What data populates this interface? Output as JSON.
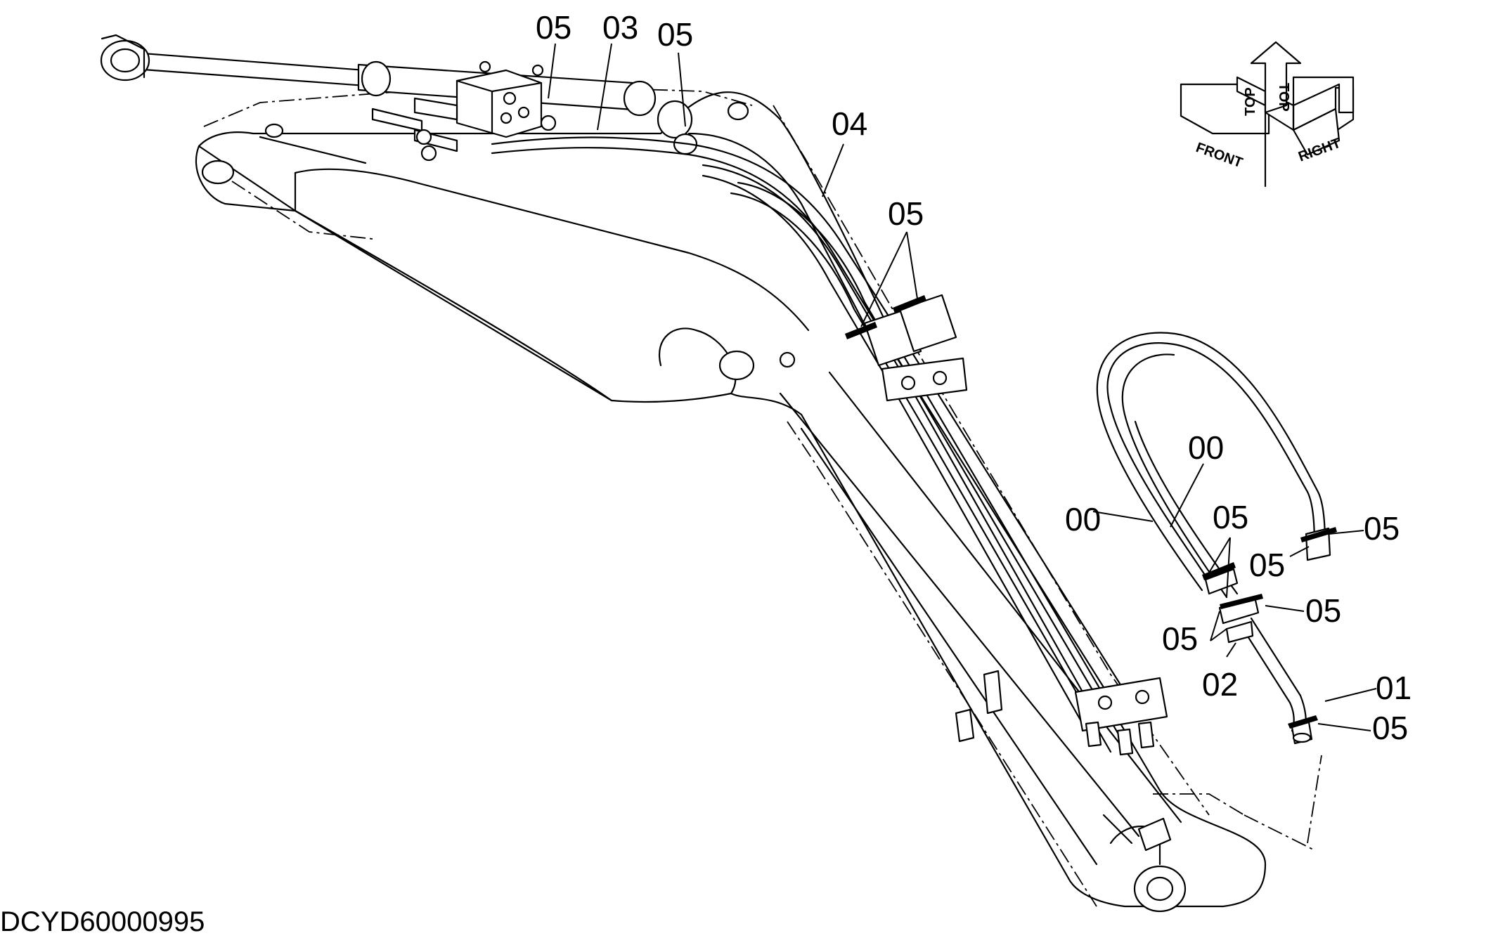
{
  "drawing_id": "DCYD60000995",
  "callouts": {
    "c05_top_left": "05",
    "c03_top": "03",
    "c05_top_right": "05",
    "c04": "04",
    "c05_boom_clamps": "05",
    "c00_left": "00",
    "c00_right": "00",
    "c05_hose_upper": "05",
    "c05_hose_end_right": "05",
    "c05_hose_end_left": "05",
    "c05_mid_right": "05",
    "c05_mid_left": "05",
    "c02": "02",
    "c01": "01",
    "c05_bottom": "05"
  },
  "orientation_indicator": {
    "front": "FRONT",
    "top_left": "TOP",
    "top_right": "TOP",
    "right": "RIGHT"
  }
}
